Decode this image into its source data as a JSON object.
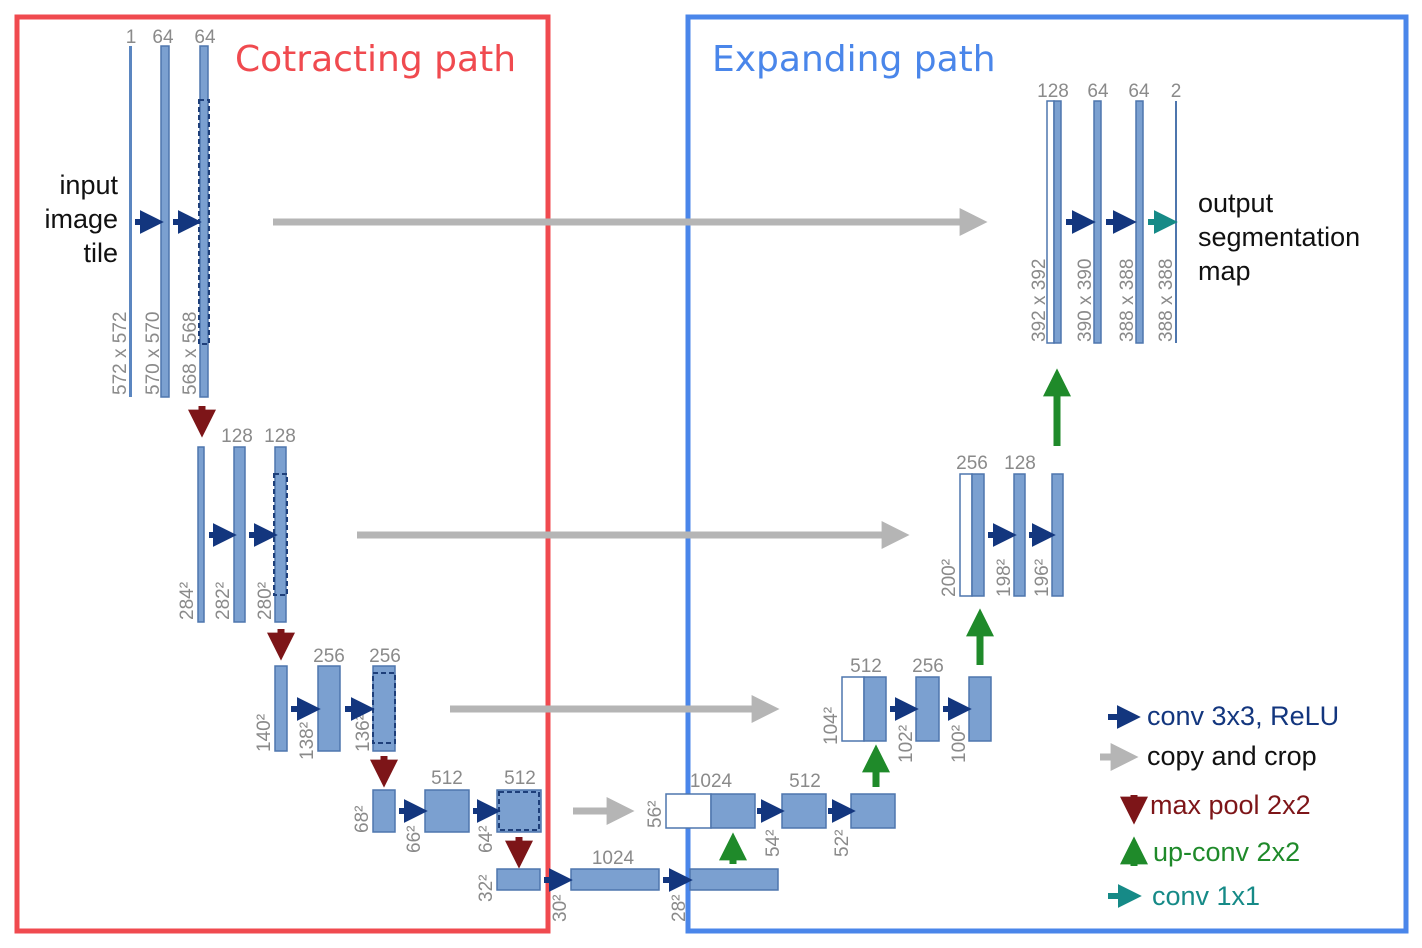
{
  "colors": {
    "contracting_frame": "#f04a4f",
    "expanding_frame": "#4a86ea",
    "conv": "#13367e",
    "copy": "#b5b5b5",
    "pool": "#7d1518",
    "upconv": "#1f8a2a",
    "conv1x1": "#168a87",
    "block_fill": "#7ba0d0"
  },
  "titles": {
    "contracting": "Cotracting path",
    "expanding": "Expanding path"
  },
  "input_label": [
    "input",
    "image",
    "tile"
  ],
  "output_label": [
    "output",
    "segmentation",
    "map"
  ],
  "channels": {
    "l1_in": "1",
    "l1_a": "64",
    "l1_b": "64",
    "l2_a": "128",
    "l2_b": "128",
    "l3_a": "256",
    "l3_b": "256",
    "l4_a": "512",
    "l4_b": "512",
    "b_a": "1024",
    "u4_a": "1024",
    "u4_b": "512",
    "u3_a": "512",
    "u3_b": "256",
    "u2_a": "256",
    "u2_b": "128",
    "u1_a": "128",
    "u1_b": "64",
    "u1_c": "64",
    "u1_d": "2"
  },
  "sizes": {
    "l1_a": "572 x 572",
    "l1_b": "570 x 570",
    "l1_c": "568 x 568",
    "l2_a": "284²",
    "l2_b": "282²",
    "l2_c": "280²",
    "l3_a": "140²",
    "l3_b": "138²",
    "l3_c": "136²",
    "l4_a": "68²",
    "l4_b": "66²",
    "l4_c": "64²",
    "b_a": "32²",
    "b_b": "30²",
    "b_c": "28²",
    "u4_a": "56²",
    "u4_b": "54²",
    "u4_c": "52²",
    "u3_a": "104²",
    "u3_b": "102²",
    "u3_c": "100²",
    "u2_a": "200²",
    "u2_b": "198²",
    "u2_c": "196²",
    "u1_a": "392 x 392",
    "u1_b": "390 x 390",
    "u1_c": "388 x 388",
    "u1_d": "388 x 388"
  },
  "legend": [
    {
      "key": "conv",
      "label": "conv 3x3, ReLU",
      "icon": "right-arrow-icon"
    },
    {
      "key": "copy",
      "label": "copy and crop",
      "icon": "right-arrow-icon"
    },
    {
      "key": "pool",
      "label": "max pool 2x2",
      "icon": "down-arrow-icon"
    },
    {
      "key": "upconv",
      "label": "up-conv 2x2",
      "icon": "up-arrow-icon"
    },
    {
      "key": "conv1x1",
      "label": "conv 1x1",
      "icon": "right-arrow-icon"
    }
  ]
}
